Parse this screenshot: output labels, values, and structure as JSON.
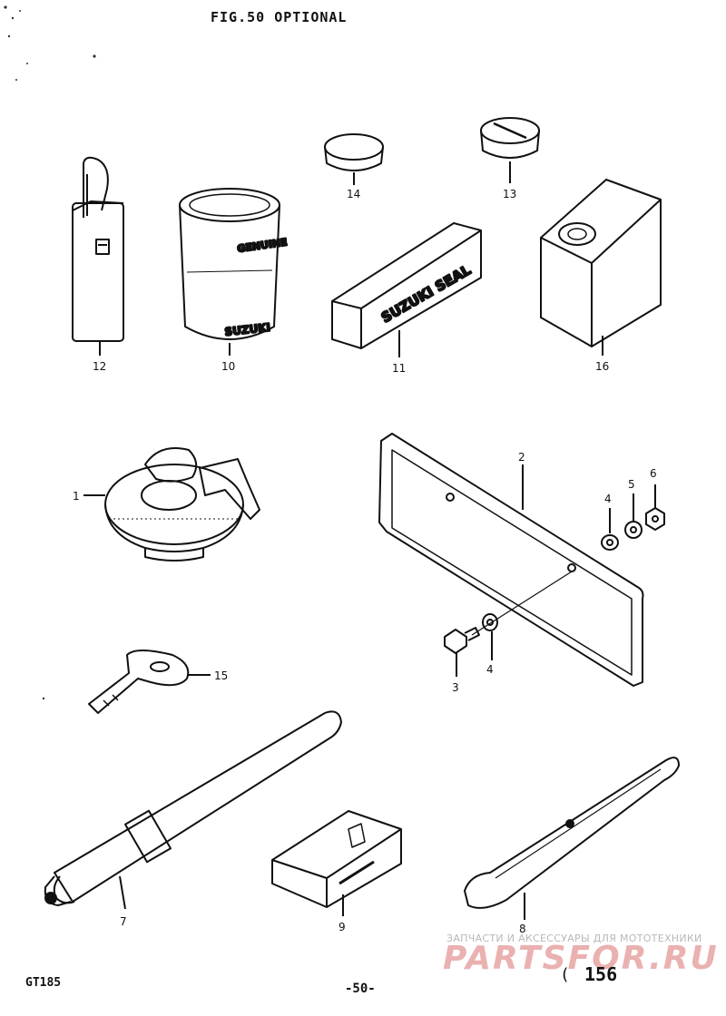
{
  "header": {
    "title": "FIG.50  OPTIONAL"
  },
  "footer": {
    "model": "GT185",
    "page": "-50-",
    "ref_mark": "(",
    "ref_number": "156"
  },
  "watermark": {
    "caption": "ЗАПЧАСТИ И АКСЕССУАРЫ ДЛЯ МОТОТЕХНИКИ",
    "logo": "PARTSFOR.RU"
  },
  "parts": {
    "can_label": {
      "line1": "SUZUKI",
      "line2": "GENUINE"
    },
    "seal_label": "SUZUKI SEAL",
    "callouts": [
      "12",
      "10",
      "14",
      "13",
      "11",
      "16",
      "1",
      "2",
      "4",
      "5",
      "6",
      "3",
      "4",
      "15",
      "7",
      "9",
      "8"
    ]
  },
  "colors": {
    "ink": "#111111",
    "watermark_red": "#e7a4a4",
    "watermark_gray": "#b8b8b8"
  }
}
